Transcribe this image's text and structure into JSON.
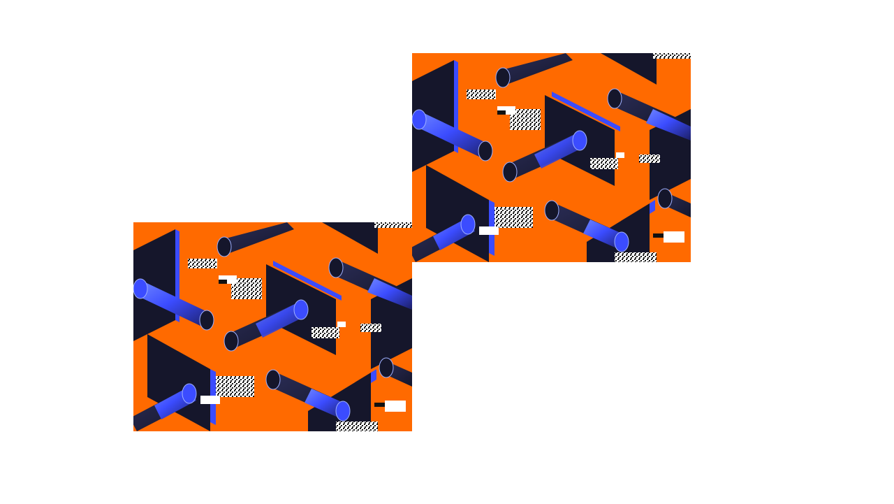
{
  "slide": {
    "background_color": "#ffffff"
  },
  "artwork": {
    "description_icon": "abstract-isometric-cylinder-pattern",
    "panels": [
      {
        "id": "top-right"
      },
      {
        "id": "bottom-left"
      }
    ],
    "colors": {
      "background_orange": "#ff6a00",
      "dark_navy": "#15162b",
      "cylinder_blue": "#3b4cff",
      "highlight_light_blue": "#6f86ff",
      "noise_black": "#111111",
      "noise_white": "#ffffff"
    }
  }
}
